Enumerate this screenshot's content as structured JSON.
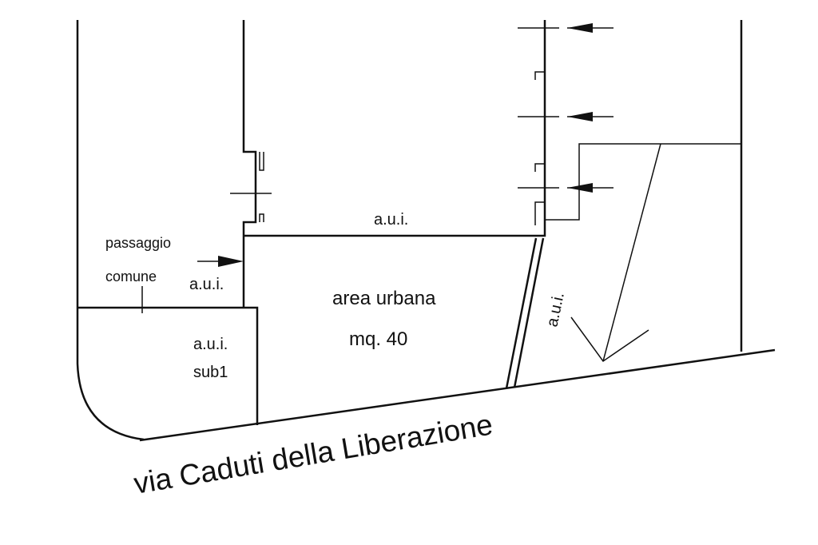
{
  "labels": {
    "aui_top": "a.u.i.",
    "passaggio": "passaggio",
    "comune": "comune",
    "aui_left": "a.u.i.",
    "area_title": "area urbana",
    "area_size": "mq. 40",
    "aui_sub_line1": "a.u.i.",
    "aui_sub_line2": "sub1",
    "aui_rotated": "a.u.i.",
    "street": "via Caduti della Liberazione"
  }
}
